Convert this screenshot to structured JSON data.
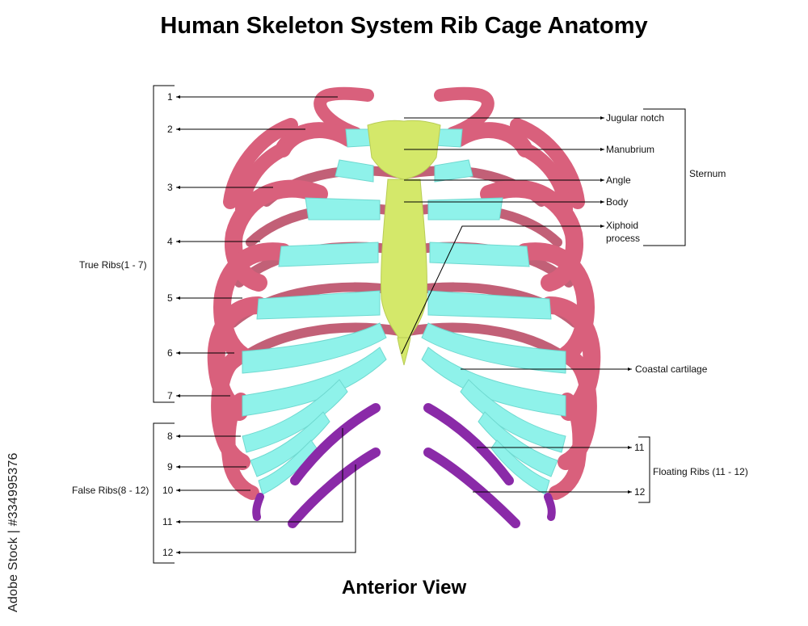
{
  "title": "Human Skeleton System Rib Cage Anatomy",
  "subtitle": "Anterior View",
  "watermark": "Adobe Stock | #334995376",
  "left_labels": {
    "rib_numbers": [
      "1",
      "2",
      "3",
      "4",
      "5",
      "6",
      "7",
      "8",
      "9",
      "10",
      "11",
      "12"
    ],
    "true_ribs": "True Ribs(1 - 7)",
    "false_ribs": "False Ribs(8 - 12)"
  },
  "right_labels": {
    "jugular_notch": "Jugular notch",
    "manubrium": "Manubrium",
    "angle": "Angle",
    "body": "Body",
    "xiphoid_line1": "Xiphoid",
    "xiphoid_line2": "process",
    "sternum": "Sternum",
    "coastal_cartilage": "Coastal cartilage",
    "floating_11": "11",
    "floating_12": "12",
    "floating_ribs": "Floating Ribs (11 - 12)"
  },
  "colors": {
    "rib": "#d9607c",
    "rib_dark": "#b84560",
    "cartilage": "#8ff2ea",
    "sternum": "#d4e86a",
    "floating_rib": "#8a2aa8",
    "leader": "#000000"
  }
}
